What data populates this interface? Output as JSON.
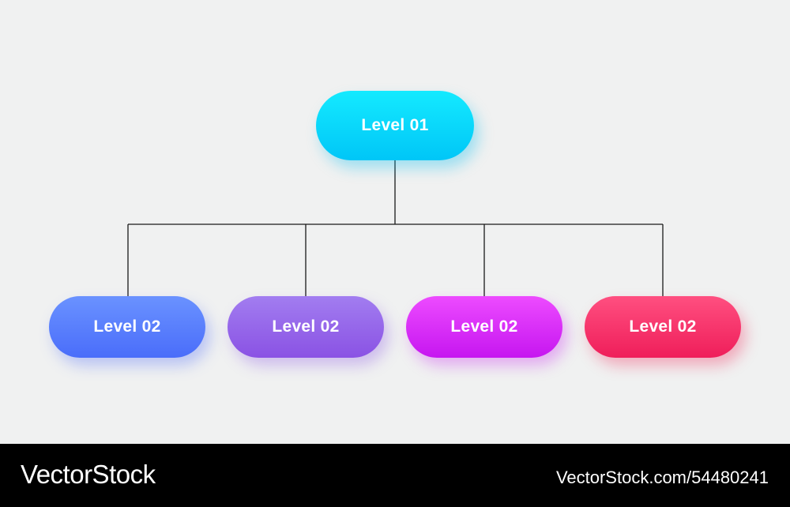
{
  "diagram": {
    "root": {
      "label": "Level 01",
      "color": "#00d4fa"
    },
    "children": [
      {
        "label": "Level 02",
        "color": "#5a80fc"
      },
      {
        "label": "Level 02",
        "color": "#9566ea"
      },
      {
        "label": "Level 02",
        "color": "#da30f8"
      },
      {
        "label": "Level 02",
        "color": "#f7366c"
      }
    ],
    "connector_color": "#1a1a1a"
  },
  "footer": {
    "brand": "VectorStock",
    "image_id": "VectorStock.com/54480241"
  }
}
